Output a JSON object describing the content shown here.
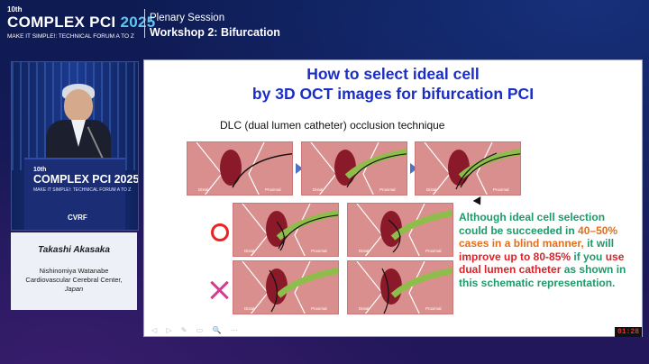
{
  "header": {
    "edition": "10th",
    "event_name": "COMPLEX PCI",
    "event_year": "2025",
    "tagline": "MAKE IT SIMPLE!: TECHNICAL FORUM A TO Z",
    "session": "Plenary Session",
    "workshop": "Workshop 2: Bifurcation"
  },
  "video": {
    "podium_edition": "10th",
    "podium_name": "COMPLEX PCI 2025",
    "podium_tagline": "MAKE IT SIMPLE!: TECHNICAL FORUM A TO Z",
    "podium_org": "CVRF"
  },
  "speaker": {
    "name": "Takashi Akasaka",
    "affiliation_line1": "Nishinomiya Watanabe",
    "affiliation_line2": "Cardiovascular Cerebral Center,",
    "affiliation_country": "Japan"
  },
  "slide": {
    "title_line1": "How to select ideal cell",
    "title_line2": "by 3D OCT images for bifurcation PCI",
    "subtitle": "DLC (dual lumen catheter) occlusion technique",
    "panel_distal": "Distal",
    "panel_proximal": "Proximal",
    "note": {
      "p1": "Although ideal cell selection could be succeeded in ",
      "p2": "40–50% cases in a blind manner,",
      "p3": " it will ",
      "p4": "improve up to 80-85%",
      "p5": " if you ",
      "p6": "use dual lumen catheter",
      "p7": " as shown in this schematic representation."
    },
    "tray_icons": "◁ ▷ ✎ ▭ 🔍 ⋯"
  },
  "footer": {
    "timer": "01:28"
  },
  "colors": {
    "title_blue": "#1b2ec4",
    "note_green": "#1f9a6a",
    "note_orange": "#e0701c",
    "note_red": "#d8232a",
    "good_marker": "#e22222",
    "bad_marker": "#d43c8c"
  }
}
